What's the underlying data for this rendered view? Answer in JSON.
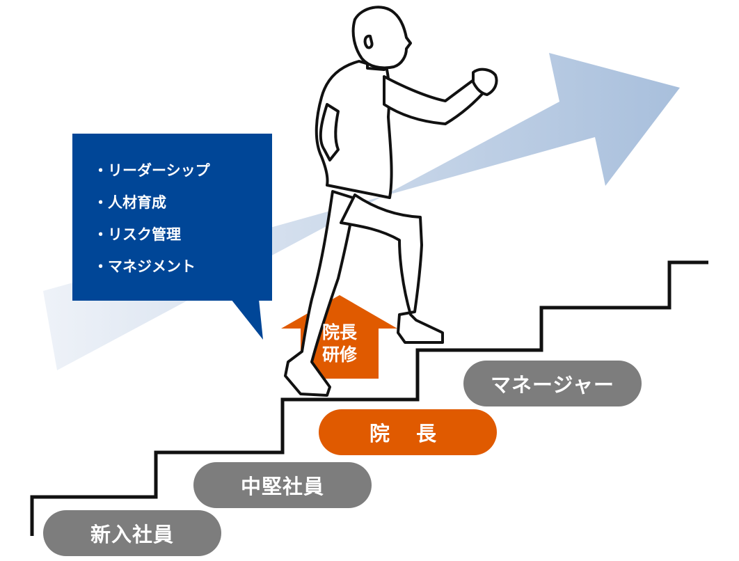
{
  "callout": {
    "items": [
      "・リーダーシップ",
      "・人材育成",
      "・リスク管理",
      "・マネジメント"
    ]
  },
  "levels": {
    "new_employee": "新入社員",
    "mid_level": "中堅社員",
    "director": "院 長",
    "manager": "マネージャー"
  },
  "training_arrow": {
    "line1": "院長",
    "line2": "研修"
  },
  "colors": {
    "callout_bg": "#004697",
    "orange": "#e05a00",
    "grey_pill": "#7d7d7d",
    "arrow_light": "#e9eef6",
    "arrow_dark": "#a8bfdc"
  },
  "icons": [
    "person-climbing-icon",
    "upward-arrow-icon",
    "staircase-icon"
  ]
}
